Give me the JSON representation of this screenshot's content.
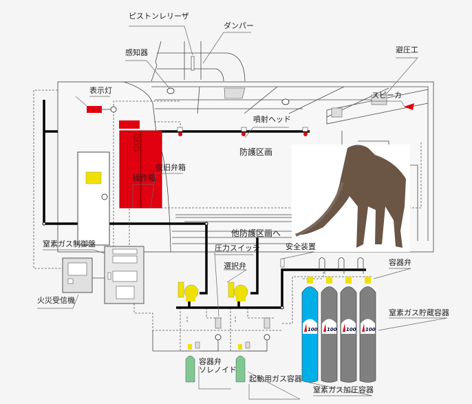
{
  "labels": {
    "piston_releaser": "ピストンレリーザ",
    "damper": "ダンパー",
    "detector": "感知器",
    "pressure_relief": "避圧工",
    "indicator_lamp": "表示灯",
    "speaker": "スピーカ",
    "discharge_head": "噴射ヘッド",
    "protected_area": "防護区画",
    "reset_valve_box": "復旧弁箱",
    "operation_box": "操作箱",
    "control_panel": "窒素ガス制御盤",
    "fire_receiver": "火災受信機",
    "to_other_areas": "他防護区画へ",
    "pressure_switch": "圧力スイッチ",
    "selector_valve": "選択弁",
    "safety_device": "安全装置",
    "container_valve_right": "容器弁",
    "storage_container": "窒素ガス貯蔵容器",
    "container_valve_left": "容器弁",
    "solenoid": "ソレノイド",
    "starter_gas_container": "起動用ガス容器",
    "pressurized_container": "窒素ガス加圧容器"
  },
  "cylinder_logo": "100",
  "colors": {
    "background": "#f5f5f5",
    "red_equipment": "#e00010",
    "pressurized_cylinder": "#00aee8",
    "storage_cylinder": "#808080",
    "starter_cylinder": "#80c890",
    "valve_yellow": "#f0e000"
  }
}
